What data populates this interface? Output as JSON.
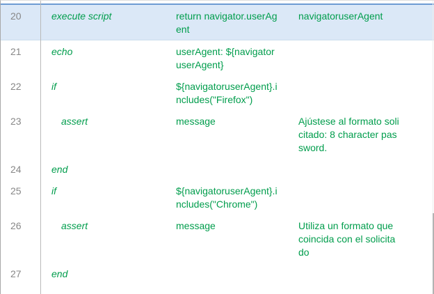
{
  "colors": {
    "command_green": "#009d4c",
    "row_number_gray": "#878787",
    "selected_row_bg": "#dbe8f7",
    "selected_row_border": "#6d9bd3",
    "column_separator": "#b9b9b9"
  },
  "table": {
    "rows": [
      {
        "num": "20",
        "command": "execute script",
        "target": "return navigator.userAg\nent",
        "value": "navigatoruserAgent",
        "indent": 0,
        "selected": true
      },
      {
        "num": "21",
        "command": "echo",
        "target": "userAgent: ${navigator\nuserAgent}",
        "value": "",
        "indent": 0,
        "selected": false
      },
      {
        "num": "22",
        "command": "if",
        "target": "${navigatoruserAgent}.i\nncludes(\"Firefox\")",
        "value": "",
        "indent": 0,
        "selected": false
      },
      {
        "num": "23",
        "command": "assert",
        "target": "message",
        "value": "Ajústese al formato soli\ncitado: 8 character pas\nsword.",
        "indent": 1,
        "selected": false
      },
      {
        "num": "24",
        "command": "end",
        "target": "",
        "value": "",
        "indent": 0,
        "selected": false
      },
      {
        "num": "25",
        "command": "if",
        "target": "${navigatoruserAgent}.i\nncludes(\"Chrome\")",
        "value": "",
        "indent": 0,
        "selected": false
      },
      {
        "num": "26",
        "command": "assert",
        "target": "message",
        "value": "Utiliza un formato que\ncoincida con el solicita\ndo",
        "indent": 1,
        "selected": false
      },
      {
        "num": "27",
        "command": "end",
        "target": "",
        "value": "",
        "indent": 0,
        "selected": false
      }
    ]
  }
}
